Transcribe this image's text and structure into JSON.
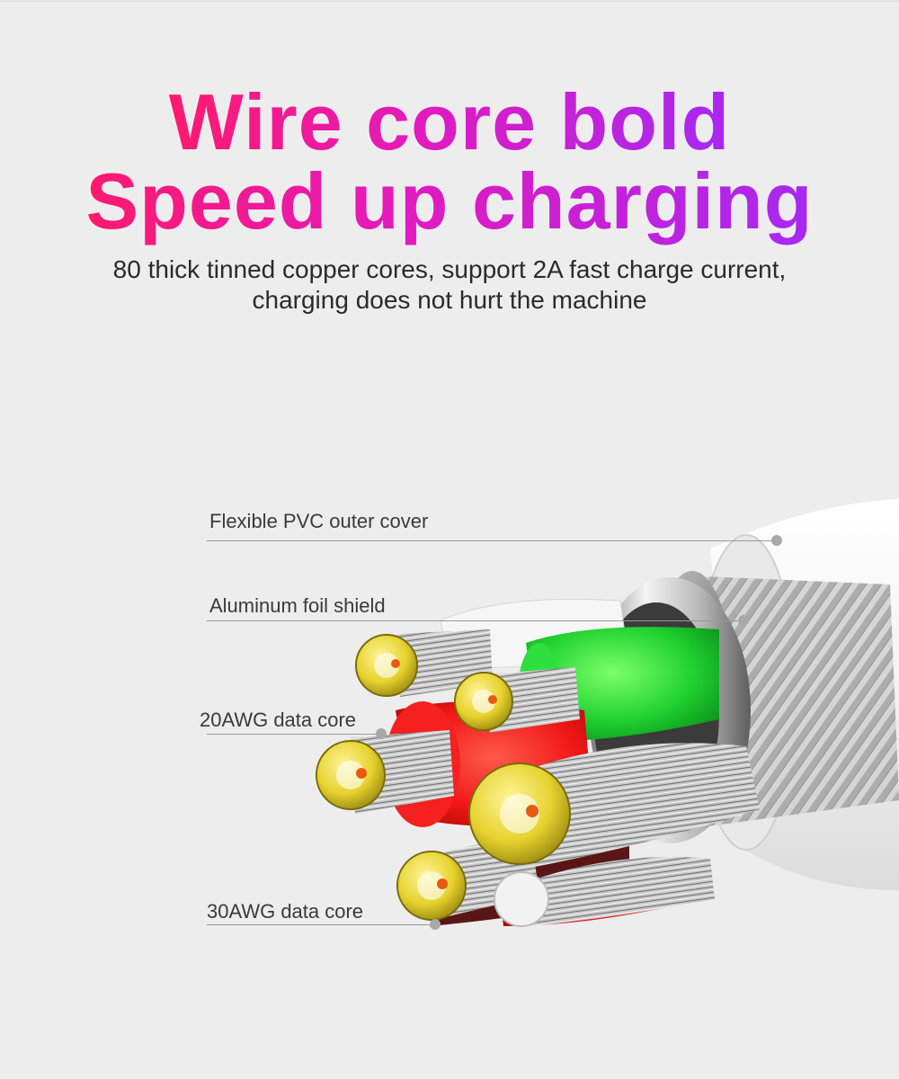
{
  "headline": {
    "line1": "Wire core bold",
    "line2": "Speed up charging"
  },
  "subtitle": {
    "line1": "80 thick tinned copper cores, support 2A fast charge current,",
    "line2": "charging does not hurt the machine"
  },
  "labels": {
    "outer_cover": "Flexible PVC outer cover",
    "foil_shield": "Aluminum foil shield",
    "awg20": "20AWG data core",
    "awg30": "30AWG data core"
  },
  "colors": {
    "gradient_start": "#ff1a6e",
    "gradient_end": "#a629f2",
    "wire_green": "#27d43a",
    "wire_red": "#f01818",
    "copper_tin": "#e8d63a"
  }
}
